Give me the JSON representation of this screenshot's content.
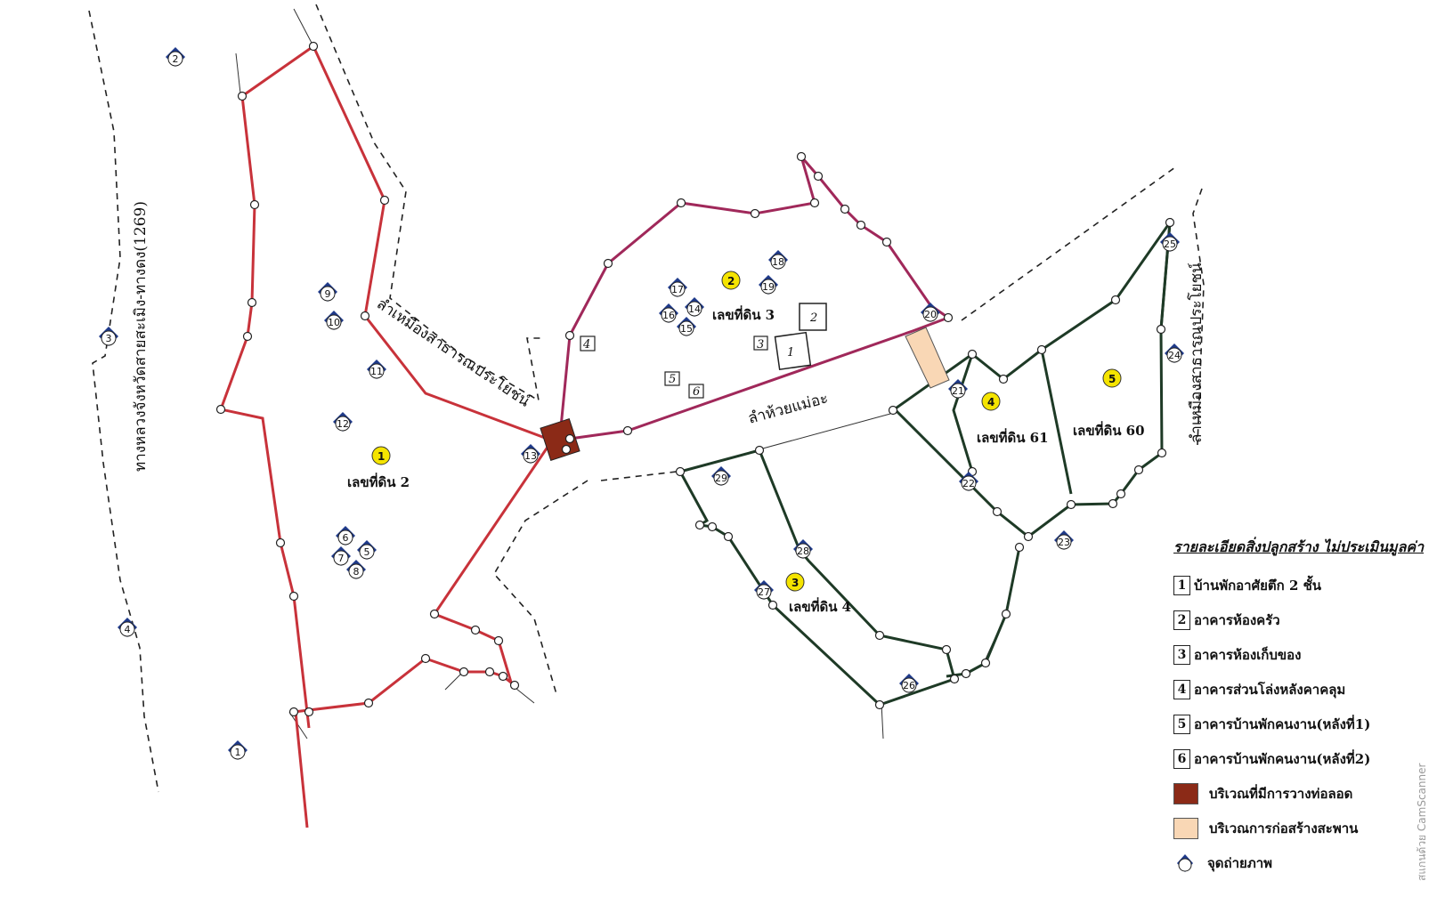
{
  "map": {
    "road_label": "ทางหลวงจังหวัดสายสะเมิง-ทางดง(1269)",
    "public_channel_label_left": "ลำเหมืองสาธารณประโยชน์",
    "public_channel_label_right": "ลำเหมืองสาธารณประโยชน์",
    "stream_label": "ลำห้วยแม่อะ",
    "parcels": [
      {
        "number": "1",
        "label": "เลขที่ดิน 2"
      },
      {
        "number": "2",
        "label": "เลขที่ดิน 3"
      },
      {
        "number": "3",
        "label": "เลขที่ดิน 4"
      },
      {
        "number": "4",
        "label": "เลขที่ดิน 61"
      },
      {
        "number": "5",
        "label": "เลขที่ดิน 60"
      }
    ],
    "photo_points": [
      "1",
      "2",
      "3",
      "4",
      "5",
      "6",
      "7",
      "8",
      "9",
      "10",
      "11",
      "12",
      "13",
      "14",
      "15",
      "16",
      "17",
      "18",
      "19",
      "20",
      "21",
      "22",
      "23",
      "24",
      "25",
      "26",
      "27",
      "28",
      "29"
    ],
    "buildings": [
      "1",
      "2",
      "3",
      "4",
      "5",
      "6"
    ],
    "colors": {
      "parcel_red": "#c8323a",
      "parcel_magenta": "#a0285a",
      "parcel_green": "#1e3a26",
      "pipe_area": "#8b2a17",
      "bridge_area": "#f9d7b5",
      "photo_marker": "#1f3a8a",
      "parcel_number_fill": "#f5e400"
    }
  },
  "legend": {
    "title": "รายละเอียดสิ่งปลูกสร้าง ไม่ประเมินมูลค่า",
    "buildings": [
      {
        "num": "1",
        "label": "บ้านพักอาศัยตึก 2 ชั้น"
      },
      {
        "num": "2",
        "label": "อาคารห้องครัว"
      },
      {
        "num": "3",
        "label": "อาคารห้องเก็บของ"
      },
      {
        "num": "4",
        "label": "อาคารส่วนโล่งหลังคาคลุม"
      },
      {
        "num": "5",
        "label": "อาคารบ้านพักคนงาน(หลังที่1)"
      },
      {
        "num": "6",
        "label": "อาคารบ้านพักคนงาน(หลังที่2)"
      }
    ],
    "pipe_area_label": "บริเวณที่มีการวางท่อลอด",
    "bridge_area_label": "บริเวณการก่อสร้างสะพาน",
    "photo_point_label": "จุดถ่ายภาพ"
  },
  "watermark": "สแกนด้วย CamScanner"
}
